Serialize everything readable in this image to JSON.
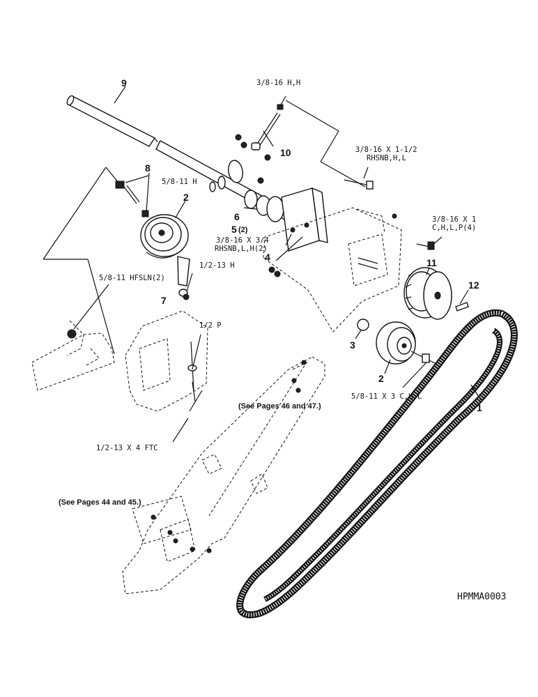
{
  "callouts": {
    "n9": "9",
    "n8": "8",
    "n2a": "2",
    "n7": "7",
    "n6": "6",
    "n5": "5",
    "n5q": "(2)",
    "n4": "4",
    "n10": "10",
    "n11": "11",
    "n12": "12",
    "n3": "3",
    "n2b": "2",
    "n1": "1"
  },
  "hardware": {
    "h_3816_hh": "3/8-16 H,H",
    "h_5811_h": "5/8-11 H",
    "h_3816_112_a": "3/8-16 X 1-1/2",
    "h_3816_112_b": "RHSNB,H,L",
    "h_3816_1_a": "3/8-16 X 1",
    "h_3816_1_b": "C,H,L,P(4)",
    "h_3816_34_a": "3/8-16 X 3/4",
    "h_3816_34_b": "RHSNB,L,H(2)",
    "h_1213_h": "1/2-13 H",
    "h_5811_hfsln": "5/8-11 HFSLN(2)",
    "h_12p": "1/2 P",
    "h_5811_3": "5/8-11 X 3 C,H,L",
    "h_1213_4": "1/2-13 X 4 FTC"
  },
  "references": {
    "see_46_47": "(See Pages 46 and 47.)",
    "see_44_45": "(See Pages 44 and 45.)"
  },
  "figure_code": "HPMMA0003"
}
